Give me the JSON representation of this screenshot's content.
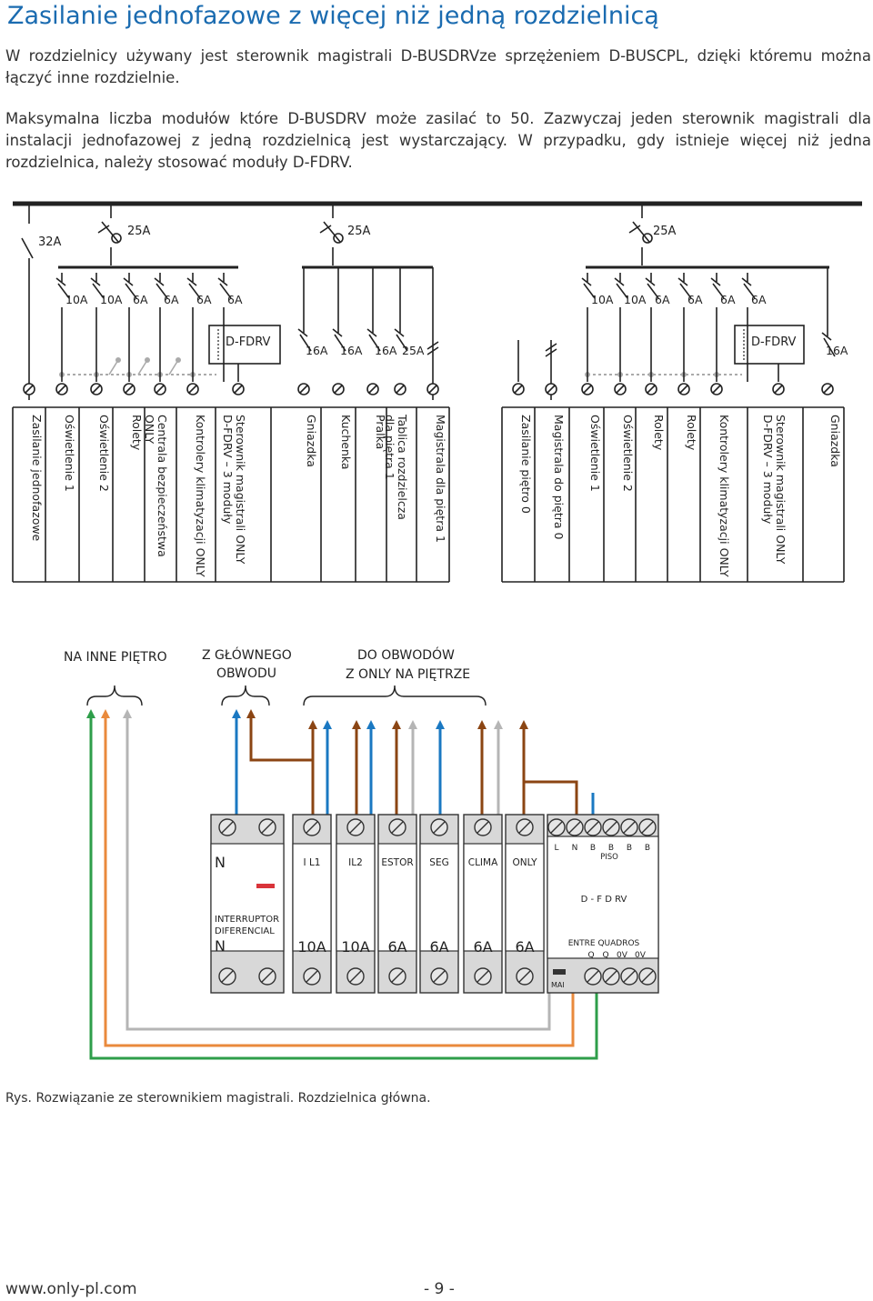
{
  "title": "Zasilanie jednofazowe z więcej niż jedną rozdzielnicą",
  "paragraphs": [
    "W rozdzielnicy używany jest sterownik magistrali D-BUSDRVze sprzężeniem D-BUSCPL, dzięki któremu można łączyć inne rozdzielnie.",
    "Maksymalna liczba modułów które D-BUSDRV może zasilać to 50. Zazwyczaj jeden sterownik magistrali dla instalacji jednofazowej z jedną rozdzielnicą jest wystarczający. W przypadku, gdy istnieje więcej niż jedna rozdzielnica, należy stosować moduły D-FDRV."
  ],
  "top_diagram": {
    "main_breaker": "32A",
    "group_breakers": [
      "25A",
      "25A",
      "25A"
    ],
    "left_sub_breakers": [
      "10A",
      "10A",
      "6A",
      "6A",
      "6A",
      "6A"
    ],
    "mid_breakers": [
      "16A",
      "16A",
      "16A",
      "25A"
    ],
    "right_sub_breakers": [
      "10A",
      "10A",
      "6A",
      "6A",
      "6A",
      "6A"
    ],
    "right_last_breaker": "16A",
    "module_label": "D-FDRV",
    "left_circuits": [
      "Zasilanie jednofazowe",
      "Oświetlenie 1",
      "Oświetlenie 2",
      "Rolety",
      "Centrala bezpieczeństwa ONLY",
      "Kontrolery klimatyzacji ONLY",
      "Sterownik magistrali ONLY D-FDRV – 3 moduły",
      "Gniazdka",
      "Kuchenka",
      "Pralka",
      "Tablica rozdzielcza dla piętra 1",
      "Magistrala dla piętra 1"
    ],
    "right_circuits": [
      "Zasilanie piętro 0",
      "Magistrala do piętra 0",
      "Oświetlenie 1",
      "Oświetlenie 2",
      "Rolety",
      "Rolety",
      "Kontrolery klimatyzacji ONLY",
      "Sterownik magistrali ONLY D-FDRV – 3 moduły",
      "Gniazdka"
    ]
  },
  "bottom_diagram": {
    "label_other_floors": "NA INNE PIĘTRO",
    "label_main_circuit_1": "Z GŁÓWNEGO",
    "label_main_circuit_2": "OBWODU",
    "label_only_circuits_1": "DO OBWODÓW",
    "label_only_circuits_2": "Z ONLY NA PIĘTRZE",
    "rcd_top": "N",
    "rcd_sub_1": "INTERRUPTOR",
    "rcd_sub_2": "DIFERENCIAL",
    "rcd_bottom": "N",
    "breakers": [
      {
        "top": "I L1",
        "rating": "10A"
      },
      {
        "top": "IL2",
        "rating": "10A"
      },
      {
        "top": "ESTOR",
        "rating": "6A"
      },
      {
        "top": "SEG",
        "rating": "6A"
      },
      {
        "top": "CLIMA",
        "rating": "6A"
      },
      {
        "top": "ONLY",
        "rating": "6A"
      }
    ],
    "fdrv_terms_top": [
      "L",
      "N",
      "B",
      "B",
      "B",
      "B"
    ],
    "fdrv_piso": "PISO",
    "fdrv_name": "D - F D RV",
    "fdrv_entre": "ENTRE QUADROS",
    "fdrv_terms_bottom": [
      "Q",
      "Q",
      "0V",
      "0V"
    ],
    "fdrv_mai": "MAI",
    "colors": {
      "blue": "#1a78c2",
      "brown": "#8b4513",
      "grey": "#b5b5b5",
      "green": "#2e9e4a",
      "orange": "#e98a3c",
      "red": "#d9343a",
      "panel": "#d8d8d8"
    }
  },
  "caption": "Rys. Rozwiązanie ze sterownikiem magistrali. Rozdzielnica główna.",
  "footer": {
    "url": "www.only-pl.com",
    "page": "- 9 -"
  }
}
